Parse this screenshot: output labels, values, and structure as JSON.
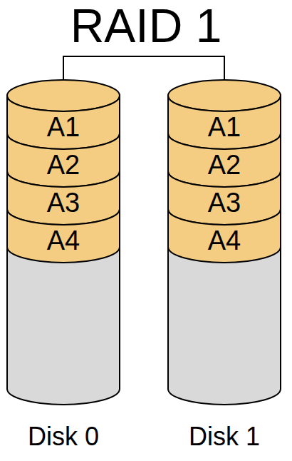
{
  "diagram": {
    "title": "RAID 1",
    "nodes": [
      {
        "text": [
          "Disk 0"
        ]
      },
      {
        "text": [
          "A1"
        ],
        "in": 0
      },
      {
        "text": [
          "A2"
        ],
        "in": 0
      },
      {
        "text": [
          "A3"
        ],
        "in": 0
      },
      {
        "text": [
          "A4"
        ],
        "in": 0
      },
      {
        "text": [
          "Disk 1"
        ]
      },
      {
        "text": [
          "A1"
        ],
        "in": 5
      },
      {
        "text": [
          "A2"
        ],
        "in": 5
      },
      {
        "text": [
          "A3"
        ],
        "in": 5
      },
      {
        "text": [
          "A4"
        ],
        "in": 5
      }
    ],
    "edges": [
      {
        "from": 0,
        "to": 5,
        "arrow": "none"
      }
    ]
  }
}
